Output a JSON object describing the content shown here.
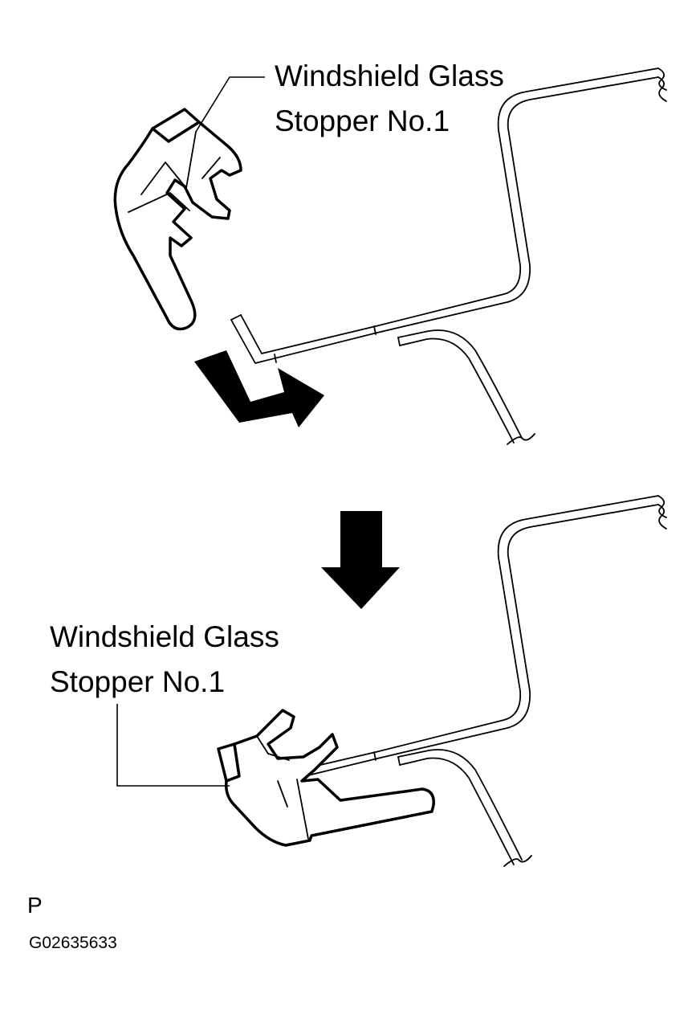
{
  "labels": {
    "top_line1": "Windshield Glass",
    "top_line2": "Stopper No.1",
    "bottom_line1": "Windshield Glass",
    "bottom_line2": "Stopper No.1"
  },
  "footer": {
    "mark": "P",
    "code": "G02635633"
  },
  "icons": {
    "insert_arrow": "bent-arrow-icon",
    "step_arrow": "arrow-down-icon"
  },
  "colors": {
    "line": "#000000",
    "background": "#ffffff"
  }
}
